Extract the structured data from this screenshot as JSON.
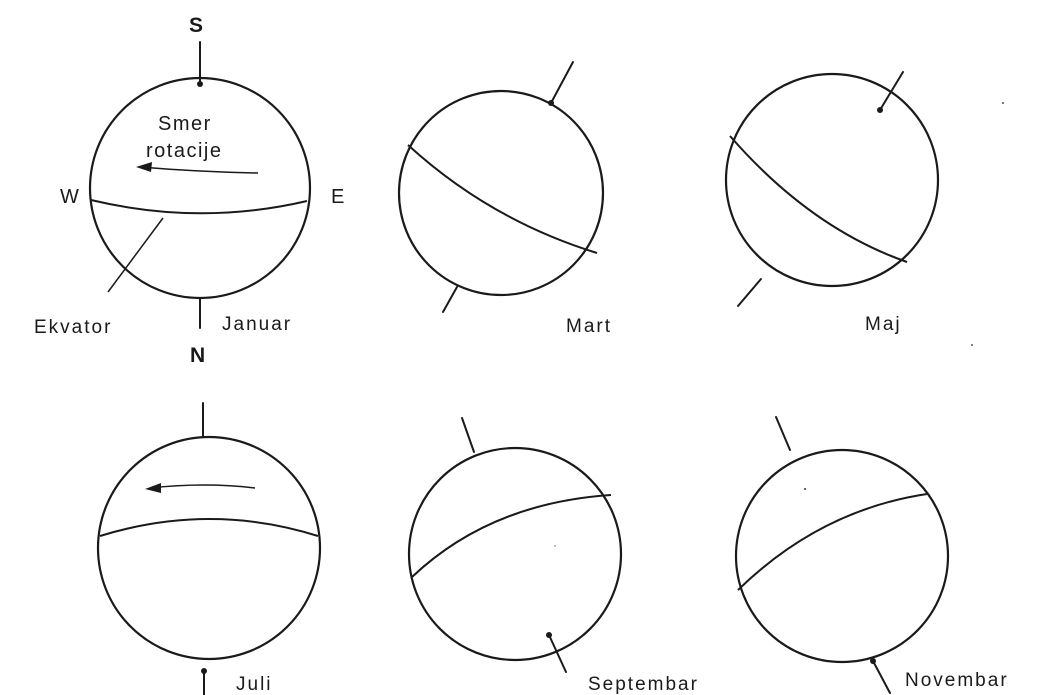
{
  "directions": {
    "south": "S",
    "north": "N",
    "west": "W",
    "east": "E"
  },
  "rotation_label": {
    "line1": "Smer",
    "line2": "rotacije"
  },
  "equator_label": "Ekvator",
  "months": {
    "january": "Januar",
    "march": "Mart",
    "may": "Maj",
    "july": "Juli",
    "september": "Septembar",
    "november": "Novembar"
  }
}
